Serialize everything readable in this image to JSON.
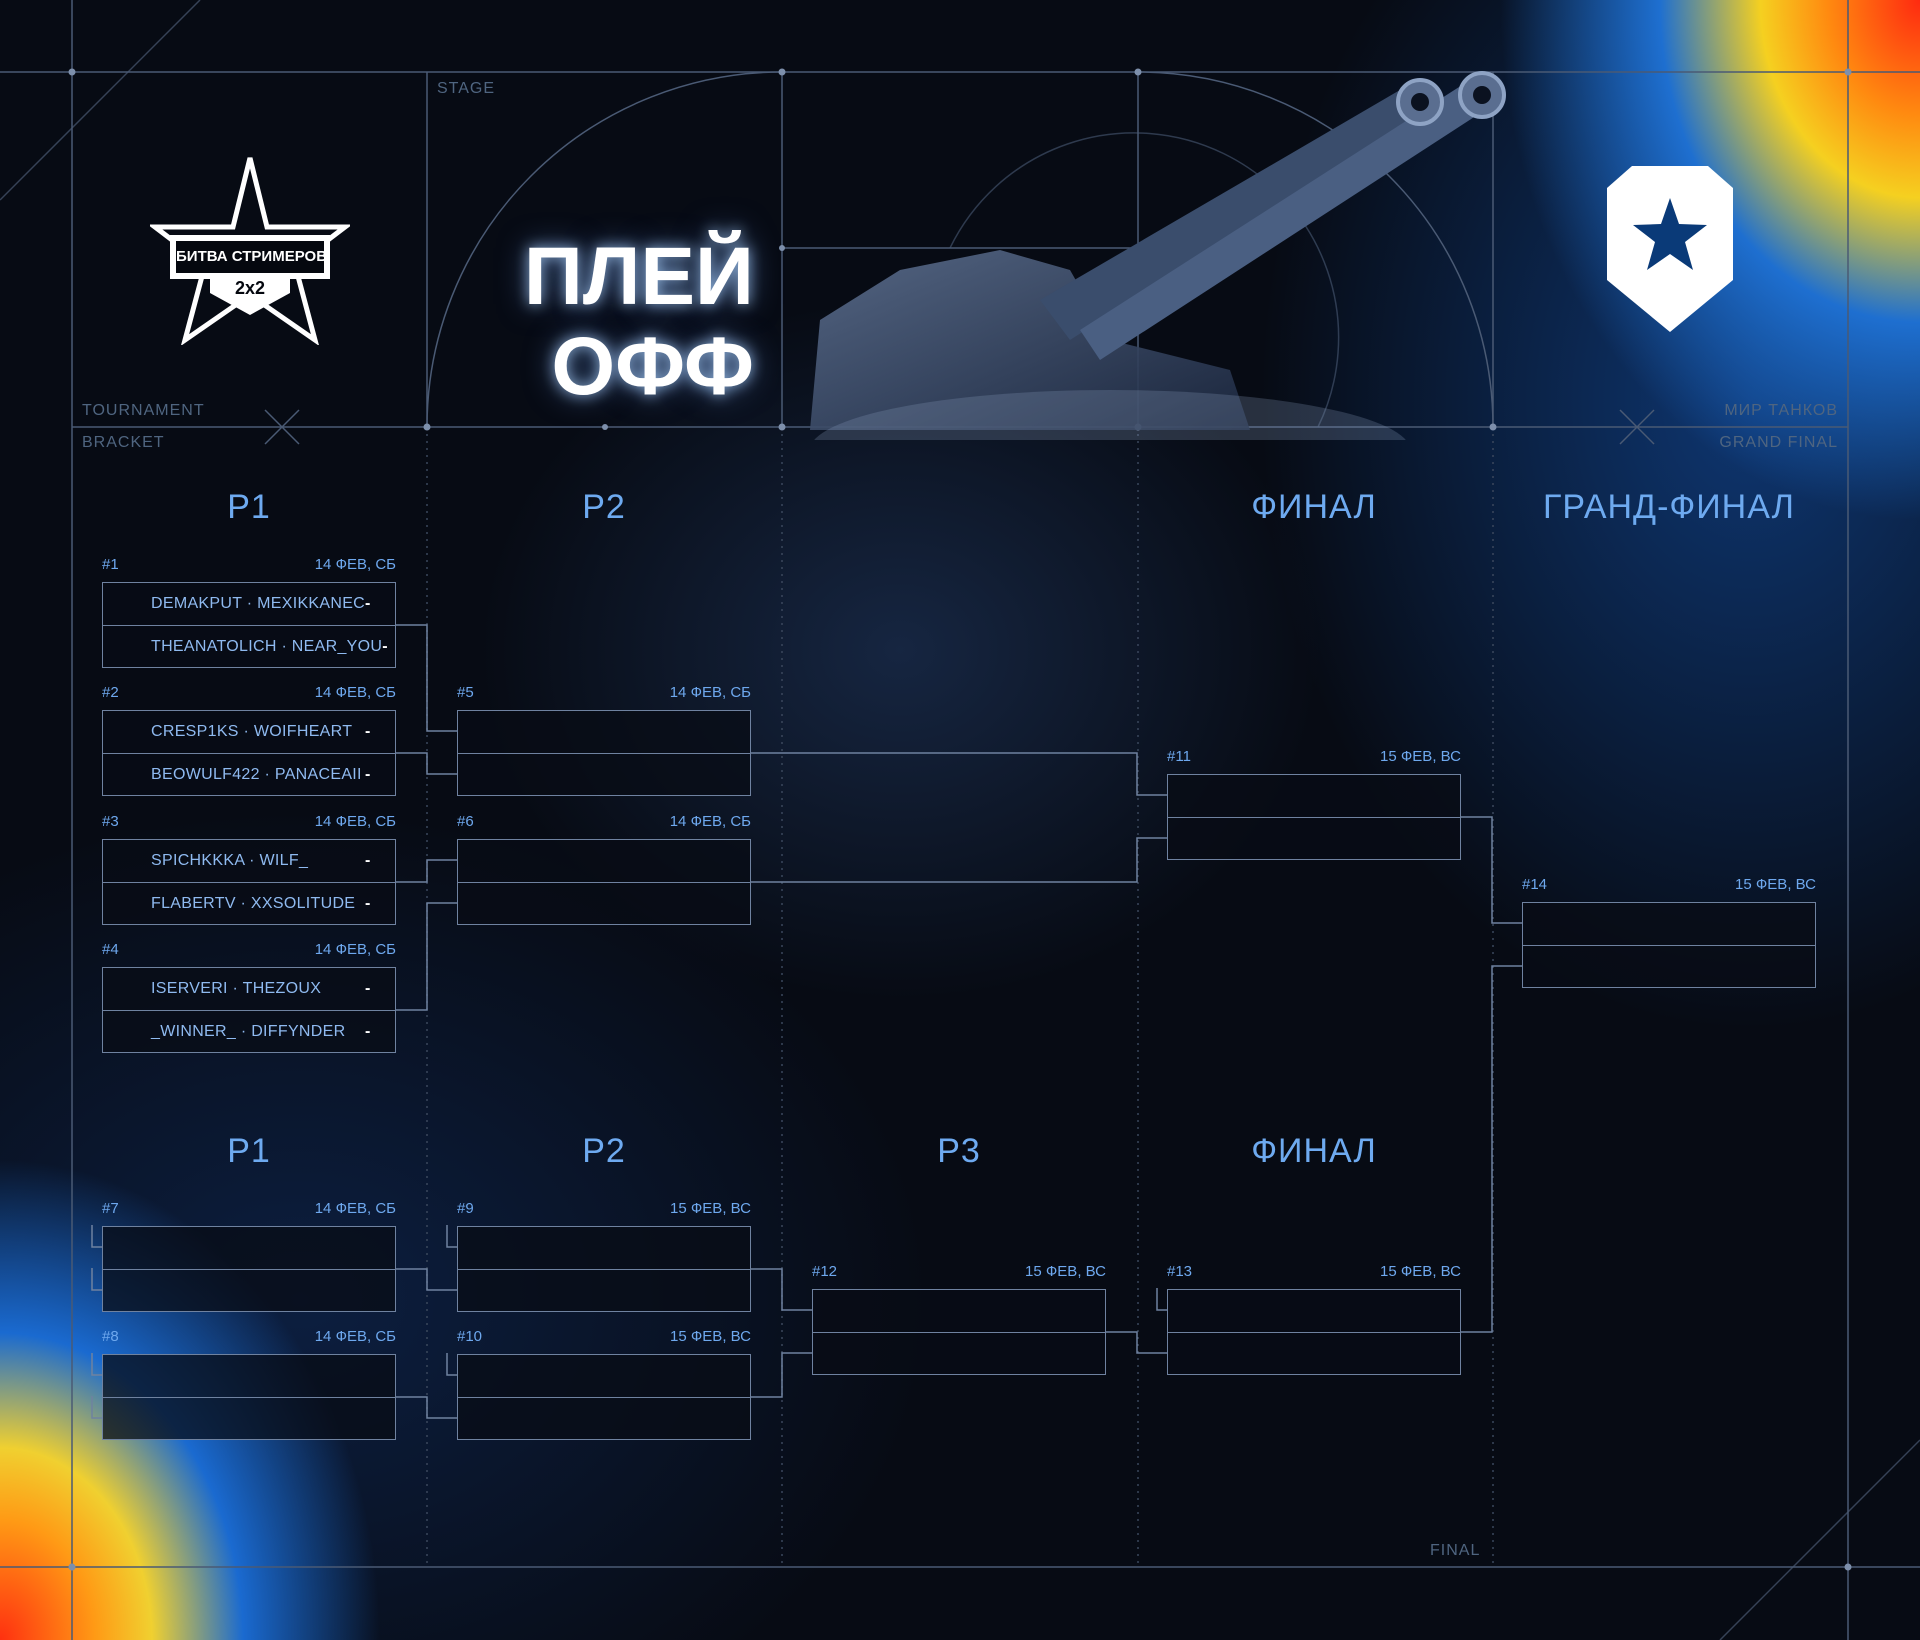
{
  "labels": {
    "stage": "STAGE",
    "tournament": "TOURNAMENT",
    "bracket": "BRACKET",
    "publisher": "МИР ТАНКОВ",
    "grand_final": "GRAND FINAL",
    "final": "FINAL"
  },
  "title": {
    "line1": "ПЛЕЙ",
    "line2": "ОФФ"
  },
  "logo": {
    "text": "БИТВА СТРИМЕРОВ",
    "sub": "2x2"
  },
  "upper_headers": [
    "Р1",
    "Р2",
    "",
    "ФИНАЛ",
    "ГРАНД-ФИНАЛ"
  ],
  "lower_headers": [
    "Р1",
    "Р2",
    "Р3",
    "ФИНАЛ"
  ],
  "colors": {
    "accent": "#6eaaf0",
    "line": "#6f82a0"
  },
  "matches": [
    {
      "id": "#1",
      "date": "14 ФЕВ, СБ",
      "teams": [
        {
          "name": "DEMAKPUT · MEXIKKANEC",
          "score": "-"
        },
        {
          "name": "THEANATOLICH · NEAR_YOU",
          "score": "-"
        }
      ]
    },
    {
      "id": "#2",
      "date": "14 ФЕВ, СБ",
      "teams": [
        {
          "name": "CRESP1KS · WOIFHEART",
          "score": "-"
        },
        {
          "name": "BEOWULF422 · PANACEAII",
          "score": "-"
        }
      ]
    },
    {
      "id": "#3",
      "date": "14 ФЕВ, СБ",
      "teams": [
        {
          "name": "SPICHKKKA · WILF_",
          "score": "-"
        },
        {
          "name": "FLABERTV · XXSOLITUDE",
          "score": "-"
        }
      ]
    },
    {
      "id": "#4",
      "date": "14 ФЕВ, СБ",
      "teams": [
        {
          "name": "ISERVERI · THEZOUX",
          "score": "-"
        },
        {
          "name": "_WINNER_ · DIFFYNDER",
          "score": "-"
        }
      ]
    },
    {
      "id": "#5",
      "date": "14 ФЕВ, СБ",
      "teams": []
    },
    {
      "id": "#6",
      "date": "14 ФЕВ, СБ",
      "teams": []
    },
    {
      "id": "#11",
      "date": "15 ФЕВ, ВС",
      "teams": []
    },
    {
      "id": "#14",
      "date": "15 ФЕВ, ВС",
      "teams": []
    },
    {
      "id": "#7",
      "date": "14 ФЕВ, СБ",
      "teams": []
    },
    {
      "id": "#8",
      "date": "14 ФЕВ, СБ",
      "teams": []
    },
    {
      "id": "#9",
      "date": "15 ФЕВ, ВС",
      "teams": []
    },
    {
      "id": "#10",
      "date": "15 ФЕВ, ВС",
      "teams": []
    },
    {
      "id": "#12",
      "date": "15 ФЕВ, ВС",
      "teams": []
    },
    {
      "id": "#13",
      "date": "15 ФЕВ, ВС",
      "teams": []
    }
  ]
}
